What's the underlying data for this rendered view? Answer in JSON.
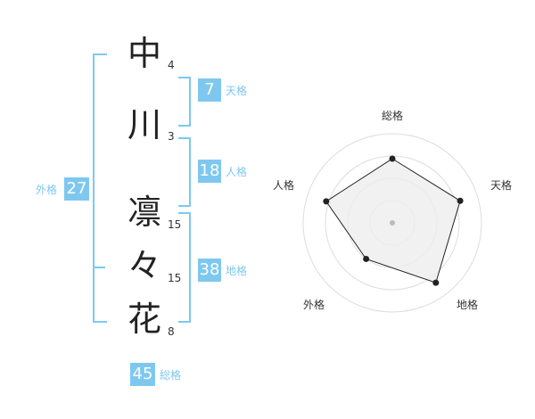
{
  "name": {
    "chars": [
      {
        "char": "中",
        "strokes": "4"
      },
      {
        "char": "川",
        "strokes": "3"
      },
      {
        "char": "凛",
        "strokes": "15"
      },
      {
        "char": "々",
        "strokes": "15"
      },
      {
        "char": "花",
        "strokes": "8"
      }
    ]
  },
  "fortune": {
    "tenkaku": {
      "value": "7",
      "label": "天格"
    },
    "jinkaku": {
      "value": "18",
      "label": "人格"
    },
    "chikaku": {
      "value": "38",
      "label": "地格"
    },
    "gaikaku": {
      "value": "27",
      "label": "外格"
    },
    "soukaku": {
      "value": "45",
      "label": "総格"
    }
  },
  "colors": {
    "accent": "#7ec8f0",
    "text": "#222222"
  },
  "chart_data": {
    "type": "radar",
    "axes": [
      "総格",
      "天格",
      "地格",
      "外格",
      "人格"
    ],
    "values": [
      0.72,
      0.8,
      0.83,
      0.5,
      0.78
    ],
    "range": [
      0,
      1
    ],
    "rings": 4,
    "grid": true
  }
}
